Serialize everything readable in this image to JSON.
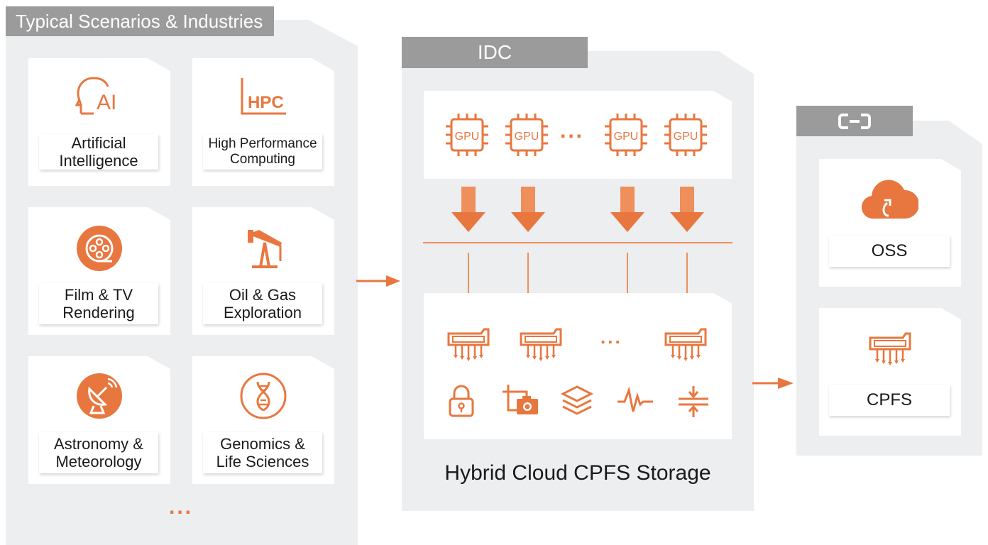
{
  "colors": {
    "accent": "#e8773f",
    "panel": "#eceef0",
    "tab": "#9b9b9b",
    "text": "#1a1a1a"
  },
  "left_panel": {
    "title": "Typical Scenarios & Industries",
    "cards": [
      {
        "icon": "ai-head-icon",
        "icon_text": "AI",
        "label_line1": "Artificial",
        "label_line2": "Intelligence"
      },
      {
        "icon": "hpc-icon",
        "icon_text": "HPC",
        "label_line1": "High Performance",
        "label_line2": "Computing"
      },
      {
        "icon": "film-reel-icon",
        "label_line1": "Film & TV",
        "label_line2": "Rendering"
      },
      {
        "icon": "oil-pump-icon",
        "label_line1": "Oil & Gas",
        "label_line2": "Exploration"
      },
      {
        "icon": "satellite-dish-icon",
        "label_line1": "Astronomy &",
        "label_line2": "Meteorology"
      },
      {
        "icon": "dna-icon",
        "label_line1": "Genomics &",
        "label_line2": "Life Sciences"
      }
    ],
    "more": "..."
  },
  "idc_panel": {
    "title": "IDC",
    "gpu_label": "GPU",
    "gpu_ellipsis": "...",
    "storage_ellipsis": "...",
    "feature_icons": [
      "lock-icon",
      "snapshot-icon",
      "layers-icon",
      "waveform-icon",
      "compress-icon"
    ],
    "caption": "Hybrid Cloud CPFS Storage"
  },
  "cloud_panel": {
    "logo_icon": "alibaba-cloud-logo-icon",
    "cards": [
      {
        "icon": "cloud-upload-icon",
        "label": "OSS"
      },
      {
        "icon": "cpfs-storage-icon",
        "label": "CPFS"
      }
    ]
  }
}
